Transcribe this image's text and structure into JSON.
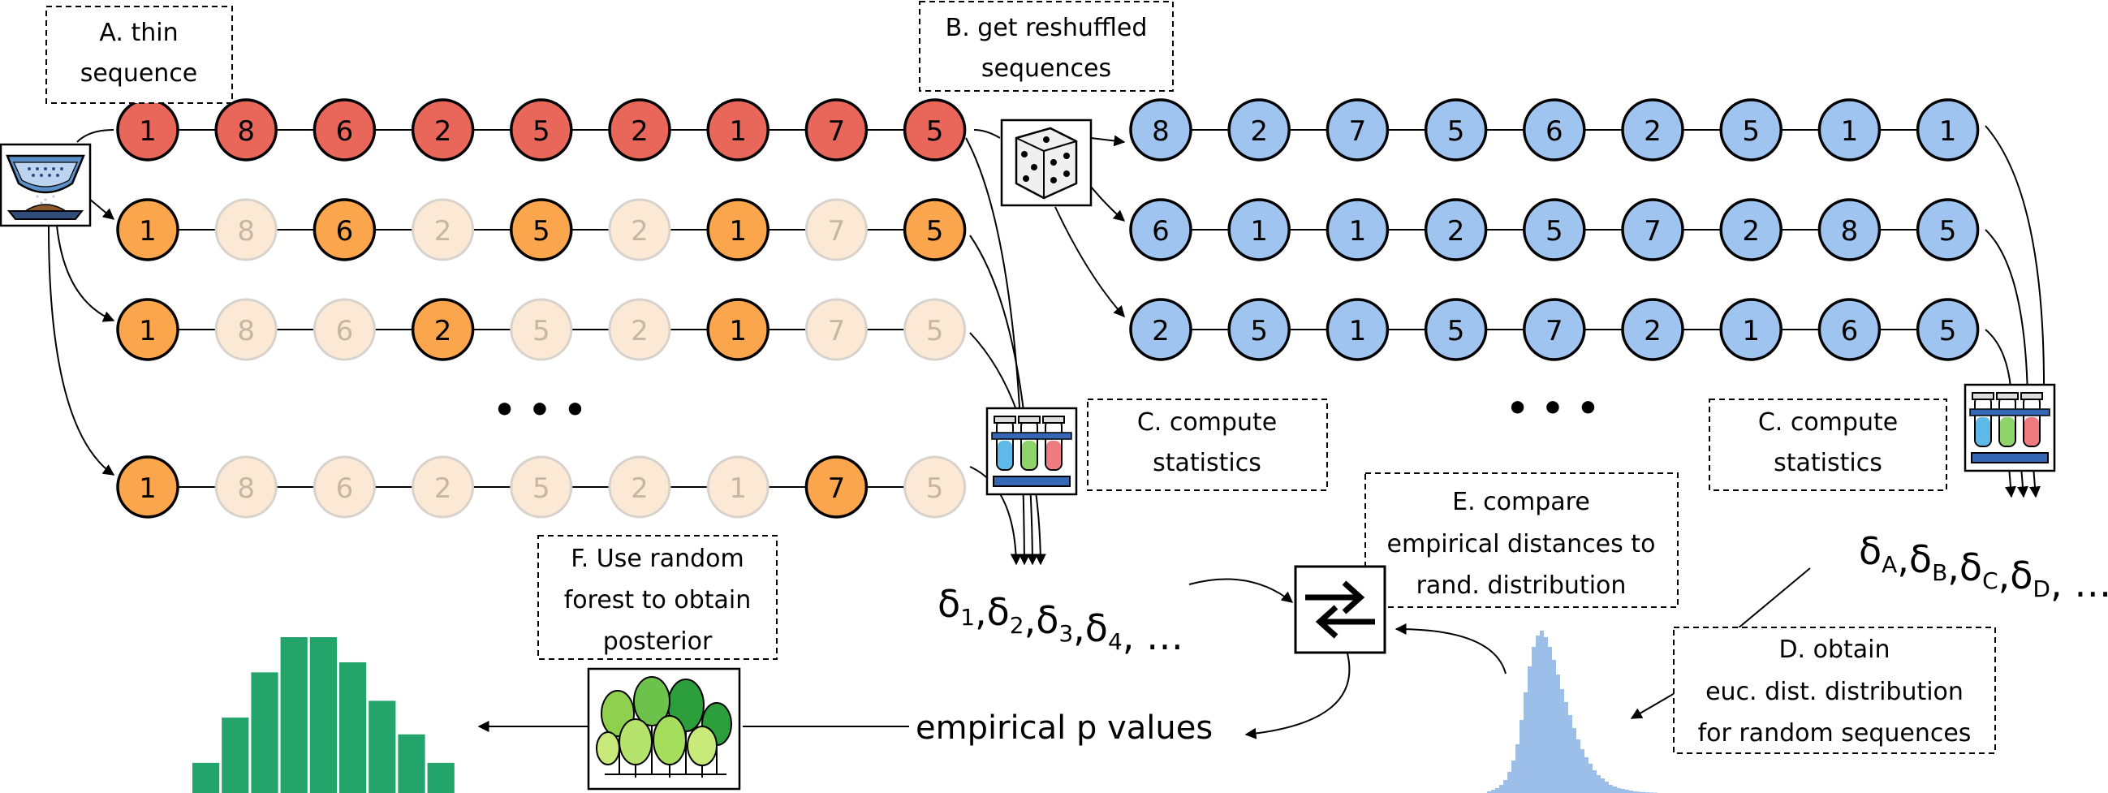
{
  "colors": {
    "red": "#e8665a",
    "orange": "#fba54c",
    "faded": "#fbe8d5",
    "faded_text": "#c7b6a4",
    "blue": "#9fc4ef",
    "green": "#23a46b",
    "hist_blue": "#9bbfe9"
  },
  "steps": {
    "a": {
      "line1": "A. thin",
      "line2": "sequence"
    },
    "b": {
      "line1": "B. get reshuffled",
      "line2": "sequences"
    },
    "c_left": {
      "line1": "C. compute",
      "line2": "statistics"
    },
    "c_right": {
      "line1": "C. compute",
      "line2": "statistics"
    },
    "d": {
      "line1": "D. obtain",
      "line2": "euc. dist. distribution",
      "line3": "for random sequences"
    },
    "e": {
      "line1": "E. compare",
      "line2": "empirical distances to",
      "line3": "rand. distribution"
    },
    "f": {
      "line1": "F. Use random",
      "line2": "forest to obtain",
      "line3": "posterior"
    }
  },
  "sequences": {
    "original": [
      1,
      8,
      6,
      2,
      5,
      2,
      1,
      7,
      5
    ],
    "thinned": [
      {
        "values": [
          1,
          8,
          6,
          2,
          5,
          2,
          1,
          7,
          5
        ],
        "kept": [
          true,
          false,
          true,
          false,
          true,
          false,
          true,
          false,
          true
        ]
      },
      {
        "values": [
          1,
          8,
          6,
          2,
          5,
          2,
          1,
          7,
          5
        ],
        "kept": [
          true,
          false,
          false,
          true,
          false,
          false,
          true,
          false,
          false
        ]
      },
      {
        "values": [
          1,
          8,
          6,
          2,
          5,
          2,
          1,
          7,
          5
        ],
        "kept": [
          true,
          false,
          false,
          false,
          false,
          false,
          false,
          true,
          false
        ]
      }
    ],
    "reshuffled": [
      [
        8,
        2,
        7,
        5,
        6,
        2,
        5,
        1,
        1
      ],
      [
        6,
        1,
        1,
        2,
        5,
        7,
        2,
        8,
        5
      ],
      [
        2,
        5,
        1,
        5,
        7,
        2,
        1,
        6,
        5
      ]
    ]
  },
  "ellipsis": "• • •",
  "deltas_empirical": {
    "symbol": "δ",
    "subs": [
      "1",
      "2",
      "3",
      "4"
    ],
    "tail": ", …"
  },
  "deltas_random": {
    "symbol": "δ",
    "subs": [
      "A",
      "B",
      "C",
      "D"
    ],
    "tail": ", …"
  },
  "pvalues_label": "empirical p values",
  "icons": [
    "sieve-icon",
    "dice-icon",
    "test-tubes-icon",
    "compare-arrows-icon",
    "forest-icon"
  ],
  "posterior_hist": [
    0.18,
    0.45,
    0.72,
    0.93,
    0.93,
    0.78,
    0.55,
    0.35,
    0.18
  ],
  "random_hist": [
    0.01,
    0.02,
    0.03,
    0.05,
    0.08,
    0.13,
    0.2,
    0.3,
    0.45,
    0.62,
    0.78,
    0.9,
    0.97,
    1.0,
    0.96,
    0.9,
    0.82,
    0.73,
    0.64,
    0.56,
    0.48,
    0.4,
    0.33,
    0.27,
    0.22,
    0.18,
    0.14,
    0.11,
    0.09,
    0.07,
    0.05,
    0.04,
    0.03,
    0.025,
    0.02,
    0.015,
    0.01,
    0.008,
    0.006,
    0.004,
    0.003,
    0.002
  ]
}
